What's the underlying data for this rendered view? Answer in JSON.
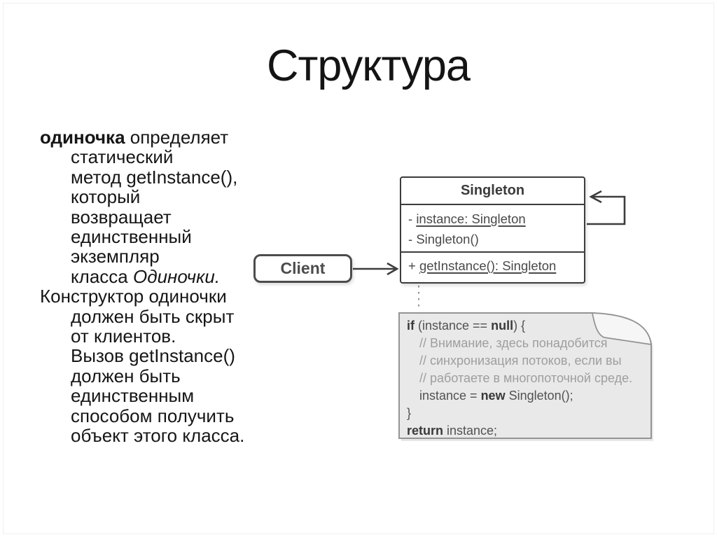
{
  "slide": {
    "title": "Структура"
  },
  "body": {
    "para1": {
      "lead_bold": "одиночка",
      "lead_rest": " определяет",
      "wrapped": [
        "статический",
        "метод getInstance(),",
        "который",
        "возвращает",
        "единственный",
        "экземпляр"
      ],
      "last_prefix": "класса ",
      "last_italic": "Одиночки."
    },
    "para2": {
      "first": "Конструктор одиночки",
      "wrapped": [
        "должен быть скрыт",
        "от клиентов.",
        "Вызов getInstance()",
        "должен быть",
        "единственным",
        "способом получить",
        "объект этого класса."
      ]
    }
  },
  "diagram": {
    "client": {
      "label": "Client"
    },
    "singleton": {
      "title": "Singleton",
      "field1_prefix": "- ",
      "field1_text": "instance: Singleton",
      "field2_prefix": "- ",
      "field2_text": "Singleton()",
      "method_prefix": "+ ",
      "method_text": "getInstance(): Singleton"
    },
    "note_code": {
      "l1_kw1": "if",
      "l1_mid": " (instance == ",
      "l1_kw2": "null",
      "l1_end": ") {",
      "comment1": "// Внимание, здесь понадобится",
      "comment2": "// синхронизация потоков, если вы",
      "comment3": "// работаете в многопоточной среде.",
      "l5_pre": "instance = ",
      "l5_kw": "new",
      "l5_end": " Singleton();",
      "l6": "}",
      "l7_kw": "return",
      "l7_end": " instance;"
    }
  },
  "colors": {
    "stroke": "#3d3d3d",
    "box_border": "#3c3c3c",
    "note_bg": "#e9e9e9",
    "note_border": "#949494",
    "comment": "#9e9e9e",
    "code_text": "#525252",
    "keyword": "#3a3a3a"
  }
}
